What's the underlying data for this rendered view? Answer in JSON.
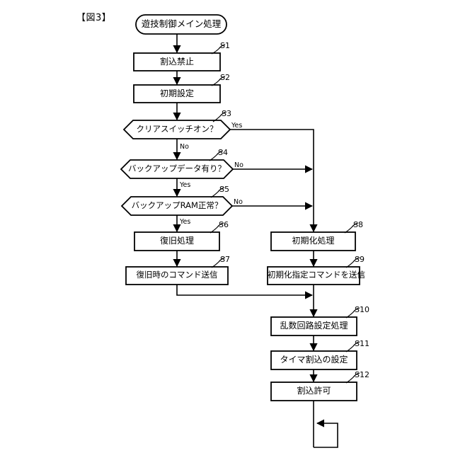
{
  "figure": {
    "label": "【図3】",
    "title": "遊技制御メイン処理"
  },
  "nodes": [
    {
      "id": "start",
      "shape": "terminator",
      "label": "遊技制御メイン処理",
      "step": ""
    },
    {
      "id": "s1",
      "shape": "process",
      "label": "割込禁止",
      "step": "S1"
    },
    {
      "id": "s2",
      "shape": "process",
      "label": "初期設定",
      "step": "S2"
    },
    {
      "id": "s3",
      "shape": "decision",
      "label": "クリアスイッチオン？",
      "step": "S3"
    },
    {
      "id": "s4",
      "shape": "decision",
      "label": "バックアップデータ有り？",
      "step": "S4"
    },
    {
      "id": "s5",
      "shape": "decision",
      "label": "バックアップRAM正常？",
      "step": "S5"
    },
    {
      "id": "s6",
      "shape": "process",
      "label": "復旧処理",
      "step": "S6"
    },
    {
      "id": "s7",
      "shape": "process",
      "label": "復旧時のコマンド送信",
      "step": "S7"
    },
    {
      "id": "s8",
      "shape": "process",
      "label": "初期化処理",
      "step": "S8"
    },
    {
      "id": "s9",
      "shape": "process",
      "label": "初期化指定コマンドを送信",
      "step": "S9"
    },
    {
      "id": "s10",
      "shape": "process",
      "label": "乱数回路設定処理",
      "step": "S10"
    },
    {
      "id": "s11",
      "shape": "process",
      "label": "タイマ割込の設定",
      "step": "S11"
    },
    {
      "id": "s12",
      "shape": "process",
      "label": "割込許可",
      "step": "S12"
    }
  ],
  "edge_labels": {
    "s3_yes": "Yes",
    "s3_no": "No",
    "s4_no": "No",
    "s4_yes": "Yes",
    "s5_no": "No",
    "s5_yes": "Yes"
  },
  "colors": {
    "stroke": "#000000",
    "fill": "#ffffff",
    "text": "#000000",
    "background": "#ffffff"
  }
}
